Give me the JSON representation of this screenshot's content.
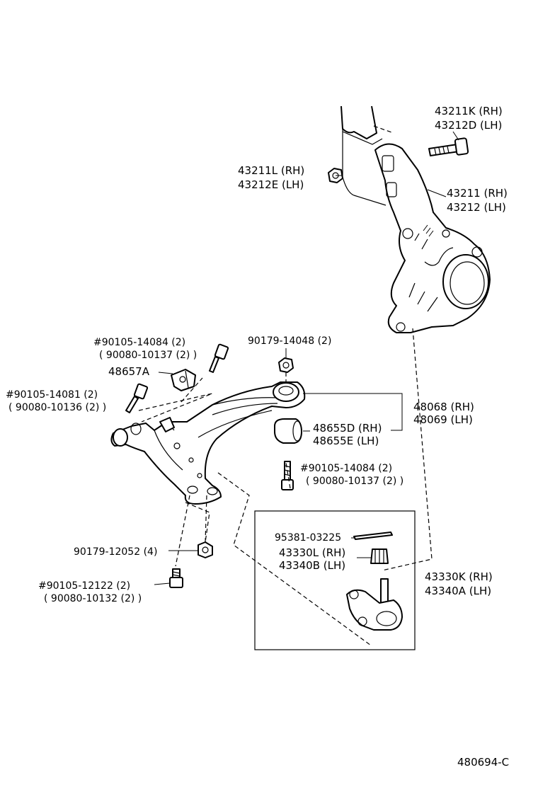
{
  "labels": {
    "p43211K": "43211K (RH)",
    "p43212D": "43212D (LH)",
    "p43211L": "43211L (RH)",
    "p43212E": "43212E (LH)",
    "p43211": "43211 (RH)",
    "p43212": "43212 (LH)",
    "p90105_14084a": "#90105-14084 (2)",
    "p90080_10137a": "( 90080-10137 (2) )",
    "p90179_14048": "90179-14048 (2)",
    "p48657A": "48657A",
    "p90105_14081": "#90105-14081 (2)",
    "p90080_10136": "( 90080-10136 (2) )",
    "p48068": "48068 (RH)",
    "p48069": "48069 (LH)",
    "p48655D": "48655D (RH)",
    "p48655E": "48655E (LH)",
    "p90105_14084b": "#90105-14084 (2)",
    "p90080_10137b": "( 90080-10137 (2) )",
    "p95381": "95381-03225",
    "p43330L": "43330L (RH)",
    "p43340B": "43340B (LH)",
    "p90179_12052": "90179-12052 (4)",
    "p43330K": "43330K (RH)",
    "p43340A": "43340A (LH)",
    "p90105_12122": "#90105-12122 (2)",
    "p90080_10132": "( 90080-10132 (2) )",
    "diagram_code": "480694-C"
  }
}
